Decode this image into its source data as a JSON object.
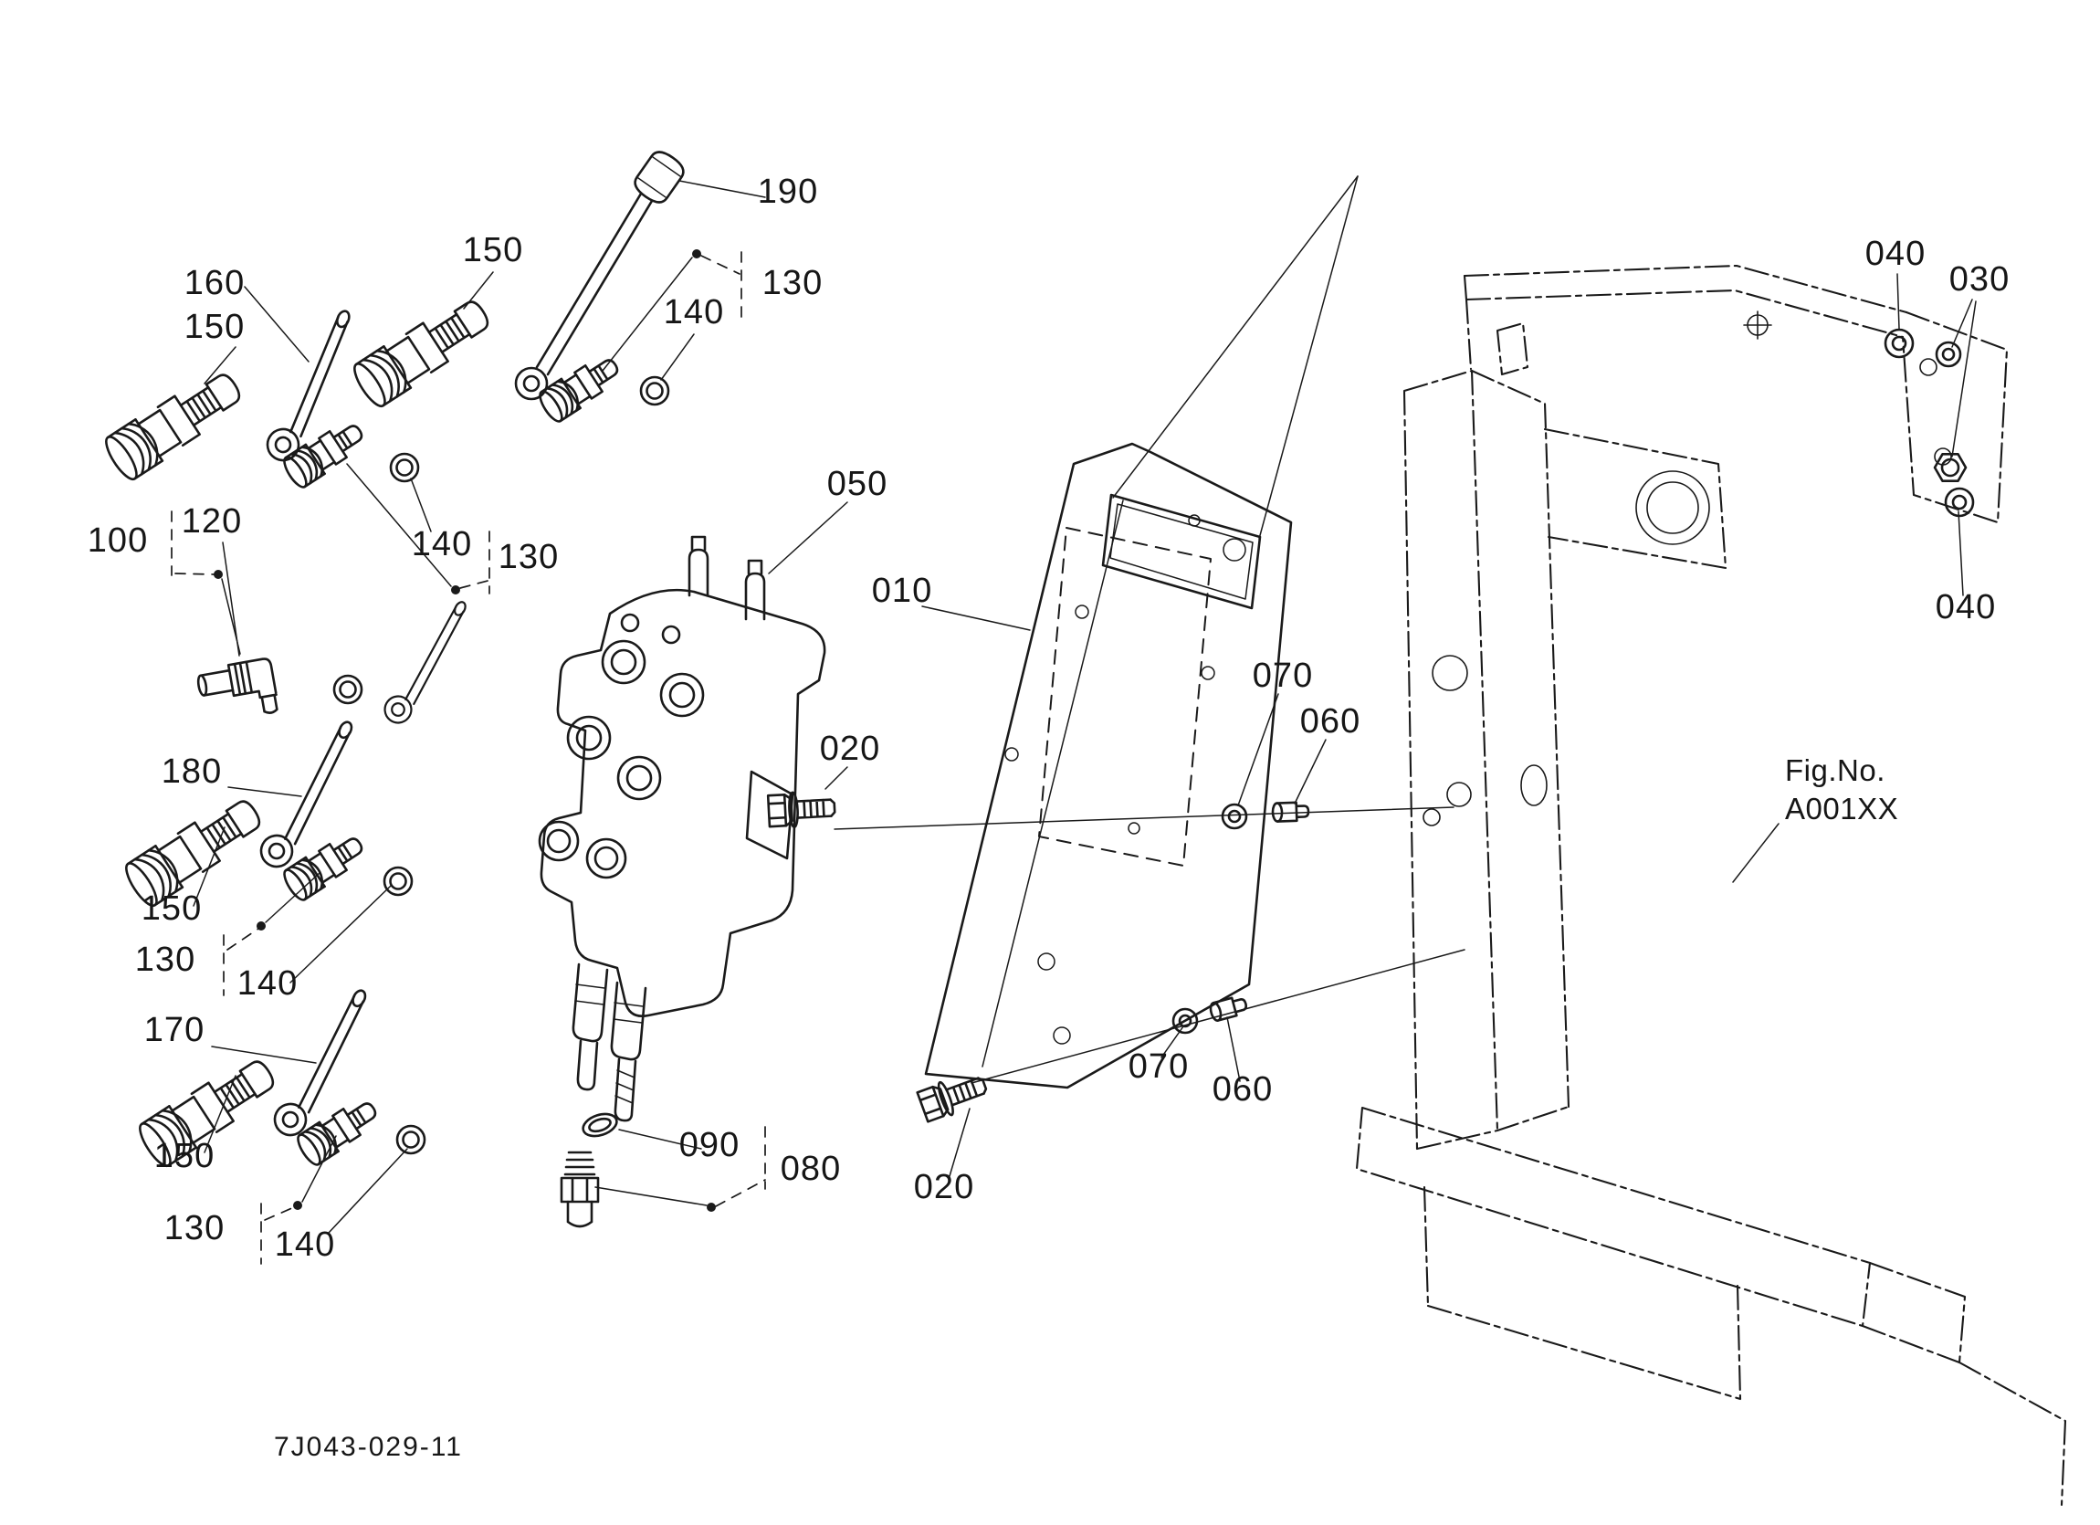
{
  "page": {
    "background": "#ffffff",
    "line_color": "#1a1a1a"
  },
  "drawing": {
    "code": "7J043-029-11",
    "fig_label": "Fig.No.",
    "fig_value": "A001XX"
  },
  "labels": [
    {
      "text": "190"
    },
    {
      "text": "150"
    },
    {
      "text": "160"
    },
    {
      "text": "150"
    },
    {
      "text": "130"
    },
    {
      "text": "140"
    },
    {
      "text": "100"
    },
    {
      "text": "120"
    },
    {
      "text": "140"
    },
    {
      "text": "130"
    },
    {
      "text": "050"
    },
    {
      "text": "010"
    },
    {
      "text": "040"
    },
    {
      "text": "030"
    },
    {
      "text": "040"
    },
    {
      "text": "070"
    },
    {
      "text": "060"
    },
    {
      "text": "020"
    },
    {
      "text": "180"
    },
    {
      "text": "150"
    },
    {
      "text": "130"
    },
    {
      "text": "140"
    },
    {
      "text": "170"
    },
    {
      "text": "150"
    },
    {
      "text": "130"
    },
    {
      "text": "140"
    },
    {
      "text": "090"
    },
    {
      "text": "080"
    },
    {
      "text": "020"
    },
    {
      "text": "070"
    },
    {
      "text": "060"
    }
  ]
}
